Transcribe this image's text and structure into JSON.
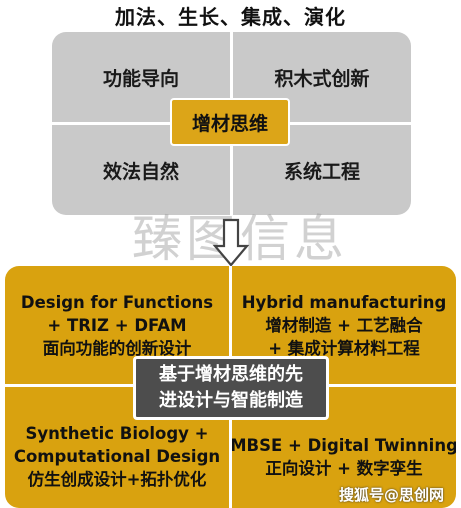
{
  "title": "加法、生长、集成、演化",
  "upper": {
    "top_left": "功能导向",
    "top_right": "积木式创新",
    "bottom_left": "效法自然",
    "bottom_right": "系统工程",
    "center": "增材思维"
  },
  "watermark": "臻图信息",
  "lower": {
    "top_left": [
      "Design for Functions",
      "+ TRIZ + DFAM",
      "面向功能的创新设计"
    ],
    "top_right": [
      "Hybrid manufacturing",
      "增材制造 + 工艺融合",
      "+ 集成计算材料工程"
    ],
    "bottom_left": [
      "Synthetic Biology +",
      "Computational Design",
      "仿生创成设计+拓扑优化"
    ],
    "bottom_right": [
      "MBSE + Digital Twinning",
      "正向设计 + 数字孪生"
    ],
    "center": [
      "基于增材思维的先",
      "进设计与智能制造"
    ]
  },
  "site_mark": "搜狐号@思创网",
  "colors": {
    "grey_panel": "#c9c9c9",
    "gold_panel": "#d9a20f",
    "gold_center": "#dca518",
    "dark_center": "#4d4d4d"
  }
}
